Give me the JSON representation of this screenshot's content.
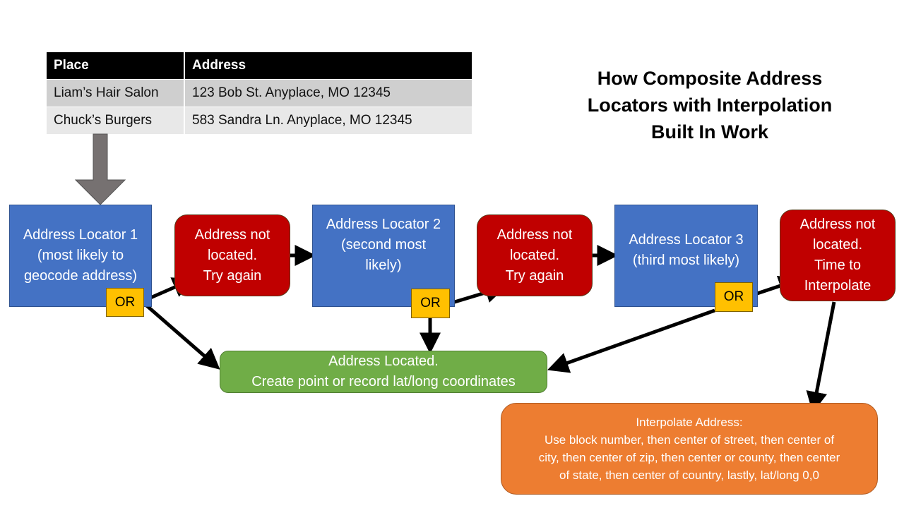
{
  "title": "How Composite Address Locators with Interpolation Built In Work",
  "title_lines": [
    "How Composite Address",
    "Locators with Interpolation",
    "Built In Work"
  ],
  "table": {
    "headers": [
      "Place",
      "Address"
    ],
    "rows": [
      [
        "Liam’s Hair Salon",
        "123 Bob St. Anyplace, MO 12345"
      ],
      [
        "Chuck’s Burgers",
        "583 Sandra Ln. Anyplace, MO 12345"
      ]
    ]
  },
  "locators": [
    {
      "lines": [
        "Address Locator 1",
        "(most likely to",
        "geocode address)"
      ]
    },
    {
      "lines": [
        "Address Locator 2",
        "(second most",
        "likely)"
      ]
    },
    {
      "lines": [
        "Address Locator 3",
        "(third most likely)"
      ]
    }
  ],
  "not_located": [
    {
      "lines": [
        "Address not",
        "located.",
        "Try again"
      ]
    },
    {
      "lines": [
        "Address not",
        "located.",
        "Try again"
      ]
    },
    {
      "lines": [
        "Address not",
        "located.",
        "Time to",
        "Interpolate"
      ]
    }
  ],
  "or_label": "OR",
  "located": {
    "lines": [
      "Address Located.",
      "Create point or record lat/long coordinates"
    ]
  },
  "interpolate": {
    "lines": [
      "Interpolate Address:",
      "Use block number, then center of street, then center of",
      "city, then center of zip, then center or county, then center",
      "of state, then center of country, lastly, lat/long 0,0"
    ]
  },
  "colors": {
    "locator": "#4472c4",
    "not_located": "#c00000",
    "located": "#70ad47",
    "interpolate": "#ed7d31",
    "or": "#ffc000",
    "input_arrow": "#767171"
  }
}
